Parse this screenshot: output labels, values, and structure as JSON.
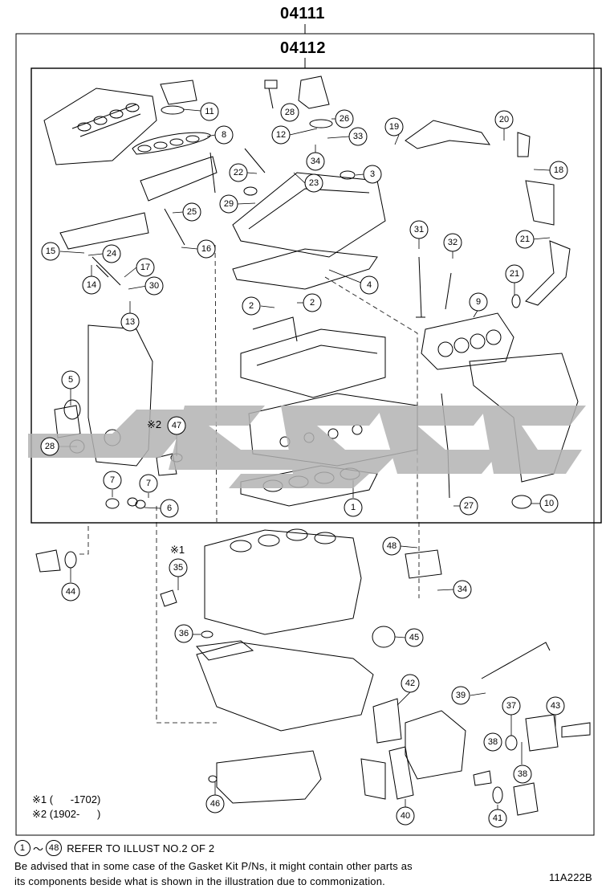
{
  "header": {
    "assembly_number": "04111",
    "subassembly_number": "04112"
  },
  "notes": {
    "note1_mark": "※1",
    "note1_range": "(      -1702)",
    "note2_mark": "※2",
    "note2_range": "(1902-      )",
    "label_mark1": "※1",
    "label_mark2": "※2"
  },
  "footer": {
    "refer_start": "1",
    "refer_tilde": "～",
    "refer_end": "48",
    "refer_text": "REFER TO ILLUST NO.2 OF 2",
    "advisory_line1": "Be advised that in some case of the Gasket Kit P/Ns,  it might contain other parts as",
    "advisory_line2": "its components beside what is shown in the illustration due to commonization.",
    "illustration_code": "11A222B"
  },
  "callouts": [
    "1",
    "2",
    "2",
    "3",
    "4",
    "5",
    "6",
    "7",
    "7",
    "8",
    "9",
    "10",
    "11",
    "12",
    "13",
    "14",
    "15",
    "16",
    "17",
    "18",
    "19",
    "20",
    "21",
    "21",
    "22",
    "23",
    "24",
    "25",
    "26",
    "27",
    "28",
    "28",
    "29",
    "30",
    "31",
    "32",
    "33",
    "34",
    "34",
    "35",
    "36",
    "37",
    "38",
    "38",
    "39",
    "40",
    "41",
    "42",
    "43",
    "44",
    "45",
    "46",
    "47",
    "48",
    "48"
  ],
  "colors": {
    "line": "#000000",
    "watermark": "#b3b3b3"
  }
}
